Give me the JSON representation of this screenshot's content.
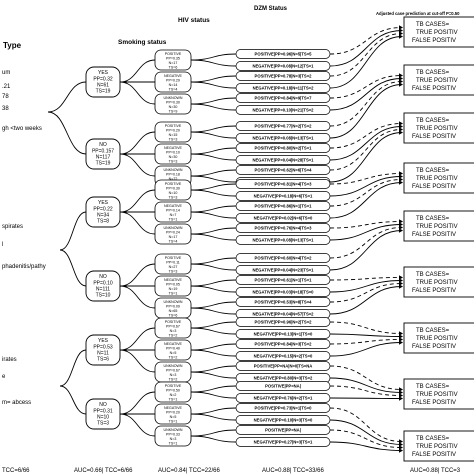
{
  "headers": {
    "type": "Type",
    "smoking": "Smoking status",
    "hiv": "HIV status",
    "dzm": "DZM Status",
    "adjusted": "Adjusted case prediction at cut-off  P=0.50"
  },
  "left_fragments": [
    "um",
    ".21",
    "78",
    "38",
    "gh <two weeks",
    "spirates",
    "l",
    "phadenitis/pathy",
    "irates",
    "e",
    "m= abcess"
  ],
  "smoking_nodes": [
    {
      "status": "YES",
      "pp": "PP=0.32",
      "n": "N=61",
      "ts": "TS=19"
    },
    {
      "status": "NO",
      "pp": "PP=0.157",
      "n": "N=117",
      "ts": "TS=19"
    },
    {
      "status": "YES",
      "pp": "PP=0.22",
      "n": "N=34",
      "ts": "TS=8"
    },
    {
      "status": "NO",
      "pp": "PP=0.10",
      "n": "N=111",
      "ts": "TS=10"
    },
    {
      "status": "YES",
      "pp": "PP=0.53",
      "n": "N=11",
      "ts": "TS=6"
    },
    {
      "status": "NO",
      "pp": "PP=0.31",
      "n": "N=10",
      "ts": "TS=3"
    }
  ],
  "hiv_nodes": [
    {
      "status": "POSITIVE",
      "pp": "PP=0.35",
      "n": "N=17",
      "ts": "TS=6"
    },
    {
      "status": "NEGATIVE",
      "pp": "PP=0.29",
      "n": "N=14",
      "ts": "TS=4"
    },
    {
      "status": "UNKNOWN",
      "pp": "PP=0.30",
      "n": "N=30",
      "ts": "TS=9"
    },
    {
      "status": "POSITIVE",
      "pp": "PP=0.20",
      "n": "N=15",
      "ts": "TS=3"
    },
    {
      "status": "NEGATIVE",
      "pp": "PP=0.10",
      "n": "N=30",
      "ts": "TS=3"
    },
    {
      "status": "UNKNOWN",
      "pp": "PP=0.18",
      "n": "N=72",
      "ts": "TS=13"
    },
    {
      "status": "POSITIVE",
      "pp": "PP=0.30",
      "n": "N=10",
      "ts": "TS=3"
    },
    {
      "status": "NEGATIVE",
      "pp": "PP=0.14",
      "n": "N=7",
      "ts": "TS=1"
    },
    {
      "status": "UNKNOWN",
      "pp": "PP=0.24",
      "n": "N=17",
      "ts": "TS=4"
    },
    {
      "status": "POSITIVE",
      "pp": "PP=0.11",
      "n": "N=27",
      "ts": "TS=3"
    },
    {
      "status": "NEGATIVE",
      "pp": "PP=0.05",
      "n": "N=19",
      "ts": "TS=1"
    },
    {
      "status": "UNKNOWN",
      "pp": "PP=0.09",
      "n": "N=65",
      "ts": "TS=6"
    },
    {
      "status": "POSITIVE",
      "pp": "PP=0.67",
      "n": "N=3",
      "ts": "TS=2"
    },
    {
      "status": "NEGATIVE",
      "pp": "PP=0.40",
      "n": "N=5",
      "ts": "TS=2"
    },
    {
      "status": "UNKNOWN",
      "pp": "PP=0.67",
      "n": "N=3",
      "ts": "TS=2"
    },
    {
      "status": "POSITIVE",
      "pp": "PP=0.50",
      "n": "N=2",
      "ts": "TS=1"
    },
    {
      "status": "NEGATIVE",
      "pp": "PP=0.20",
      "n": "N=5",
      "ts": "TS=1"
    },
    {
      "status": "UNKNOWN",
      "pp": "PP=0.33",
      "n": "N=3",
      "ts": "TS=1"
    }
  ],
  "dzm_rows": [
    "POSITIVE|PP=0.96|N=5|TS=5",
    "NEGATIVE|PP=0.08|N=12|TS=1",
    "POSITIVE|PP=0.78|N=3|TS=2",
    "NEGATIVE|PP=0.18|N=11|TS=2",
    "POSITIVE|PP=0.84|N=9|TS=7",
    "NEGATIVE|PP=0.10|N=21|TS=2",
    "POSITIVE|PP=0.77|N=2|TS=2",
    "NEGATIVE|PP=0.08|N=13|TS=1",
    "POSITIVE|PP=0.80|N=2|TS=1",
    "NEGATIVE|PP=0.04|N=28|TS=1",
    "POSITIVE|PP=0.62|N=6|TS=4",
    "NEGATIVE|PP=0.14|N=66|TS=9",
    "POSITIVE|PP=0.81|N=4|TS=3",
    "NEGATIVE|PP=0.18|N=6|TS=1",
    "POSITIVE|PP=0.86|N=1|TS=1",
    "NEGATIVE|PP=0.02|N=6|TS=0",
    "POSITIVE|PP=0.76|N=4|TS=3",
    "NEGATIVE|PP=0.08|N=13|TS=1",
    "POSITIVE|PP=0.60|N=4|TS=2",
    "NEGATIVE|PP=0.04|N=23|TS=1",
    "POSITIVE|PP=0.61|N=1|TS=1",
    "NEGATIVE|PP=0.03|N=18|TS=0",
    "POSITIVE|PP=0.53|N=8|TS=4",
    "NEGATIVE|PP=0.04|N=57|TS=2",
    "POSITIVE|PP=0.96|N=2|TS=2",
    "NEGATIVE|PP=0.13|N=1|TS=0",
    "POSITIVE|PP=0.84|N=3|TS=2",
    "NEGATIVE|PP=0.15|N=2|TS=0",
    "POSITIVE|PP=NA|N=0|TS=NA",
    "NEGATIVE|PP=0.80|N=3|TS=2",
    "POSITIVE|PP=NA|",
    "NEGATIVE|PP=0.76|N=2|TS=1",
    "POSITIVE|PP=0.73|N=1|TS=0",
    "NEGATIVE|PP=0.10|N=3|TS=0",
    "POSITIVE|PP=NA|",
    "NEGATIVE|PP=0.27|N=3|TS=1"
  ],
  "right_boxes": [
    {
      "tb": "TB CASES=",
      "tp": "TRUE POSITIV",
      "fp": "FALSE POSITIV"
    },
    {
      "tb": "TB CASES=",
      "tp": "TRUE POSITIV",
      "fp": "FALSE POSITIV"
    },
    {
      "tb": "TB CASES=",
      "tp": "TRUE POSITIV",
      "fp": "FALSE POSITIV"
    },
    {
      "tb": "TB CASES=",
      "tp": "TRUE POSITIV",
      "fp": "FALSE POSITIV"
    },
    {
      "tb": "TB CASES=",
      "tp": "TRUE POSITIV",
      "fp": "FALSE POSITIV"
    },
    {
      "tb": "TB CASES=",
      "tp": "TRUE POSITIV",
      "fp": "FALSE POSITIV"
    },
    {
      "tb": "TB CASES=",
      "tp": "TRUE POSITIV",
      "fp": "FALSE POSITIV"
    },
    {
      "tb": "TB CASES=",
      "tp": "TRUE POSITIV",
      "fp": "FALSE POSITIV"
    },
    {
      "tb": "TB CASES=",
      "tp": "TRUE POSITIV",
      "fp": "FALSE POSITIV"
    }
  ],
  "footer": {
    "left": "TCC=6/66",
    "auc1": "AUC=0.66| TCC=6/66",
    "auc2": "AUC=0.84| TCC=22/66",
    "auc3": "AUC=0.88| TCC=33/66",
    "auc4": "AUC=0.88| TCC=3"
  }
}
